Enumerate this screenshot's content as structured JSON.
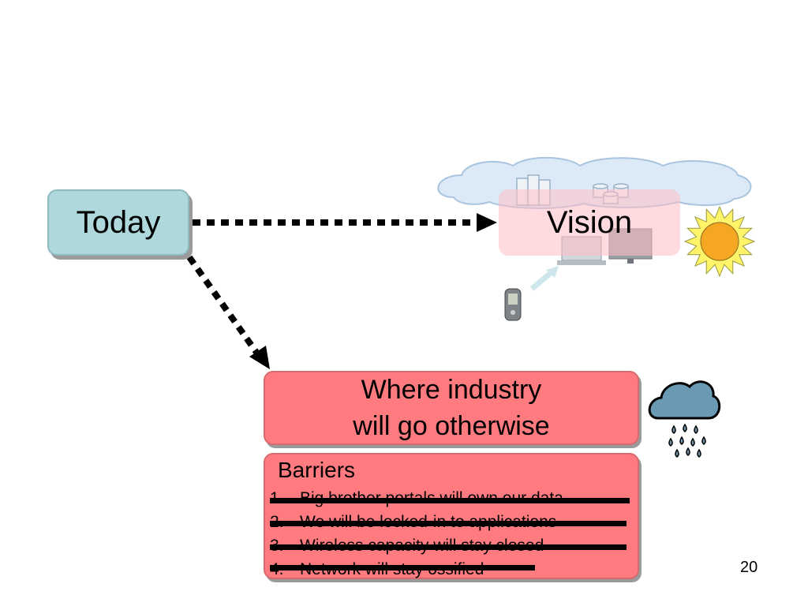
{
  "nodes": {
    "today": "Today",
    "vision": "Vision",
    "otherwise_line1": "Where industry",
    "otherwise_line2": "will go otherwise"
  },
  "barriers": {
    "title": "Barriers",
    "items": [
      {
        "num": "1.",
        "text": "Big brother portals will own our data"
      },
      {
        "num": "2.",
        "text": "We will be locked-in to applications"
      },
      {
        "num": "3.",
        "text": "Wireless capacity will stay closed"
      },
      {
        "num": "4.",
        "text": "Network will stay ossified"
      }
    ]
  },
  "page_number": "20",
  "icons": {
    "good_outlook": "sun-icon",
    "bad_outlook": "rain-cloud-icon",
    "vision_background": "cloud-icon"
  },
  "colors": {
    "today_fill": "#aed8dc",
    "vision_fill": "#ffbec4",
    "otherwise_fill": "#ff7b7f",
    "sun": "#f5a623"
  }
}
